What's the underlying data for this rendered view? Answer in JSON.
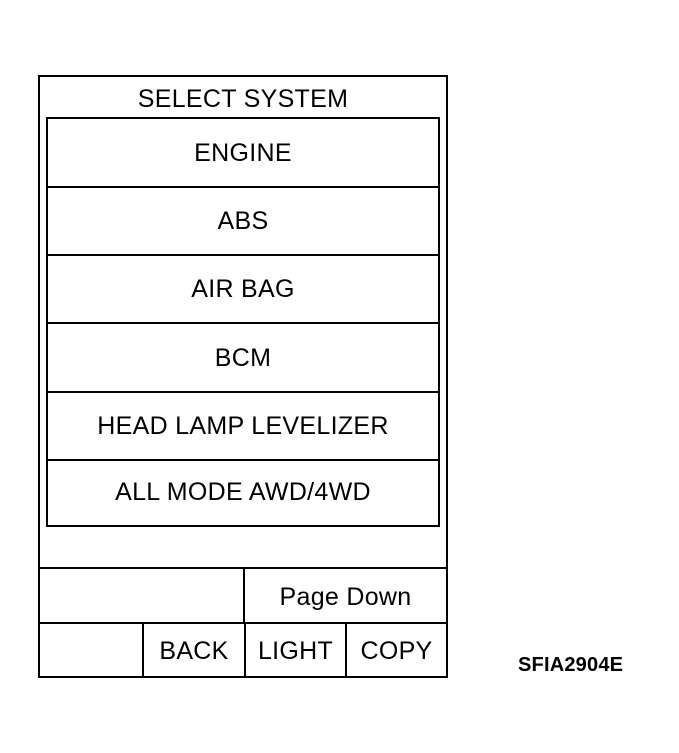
{
  "screen": {
    "title": "SELECT SYSTEM",
    "systems": [
      {
        "label": "ENGINE"
      },
      {
        "label": "ABS"
      },
      {
        "label": "AIR BAG"
      },
      {
        "label": "BCM"
      },
      {
        "label": "HEAD LAMP LEVELIZER"
      },
      {
        "label": "ALL MODE AWD/4WD"
      }
    ]
  },
  "footer": {
    "page_down_label": "Page Down",
    "back_label": "BACK",
    "light_label": "LIGHT",
    "copy_label": "COPY"
  },
  "figure_code": "SFIA2904E"
}
